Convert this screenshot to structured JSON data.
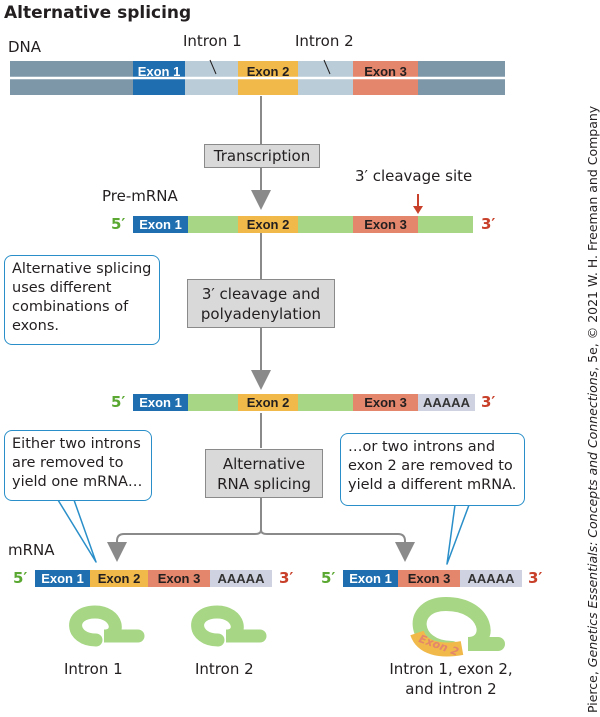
{
  "title": "Alternative splicing",
  "dna": {
    "label": "DNA",
    "intron1": "Intron 1",
    "intron2": "Intron 2"
  },
  "exons": {
    "e1": "Exon 1",
    "e2": "Exon 2",
    "e3": "Exon 3"
  },
  "ends": {
    "five": "5′",
    "three": "3′"
  },
  "polyA": "AAAAA",
  "steps": {
    "transcription": "Transcription",
    "cleavage_line1": "3′ cleavage and",
    "cleavage_line2": "polyadenylation",
    "splicing_line1": "Alternative",
    "splicing_line2": "RNA splicing"
  },
  "labels": {
    "pre_mrna": "Pre-mRNA",
    "cleavage_site": "3′ cleavage site",
    "mrna": "mRNA",
    "intron1_product": "Intron 1",
    "intron2_product": "Intron 2",
    "combined_product_line1": "Intron 1, exon 2,",
    "combined_product_line2": "and intron 2"
  },
  "callouts": {
    "intro": [
      "Alternative splicing",
      "uses different",
      "combinations of",
      "exons."
    ],
    "left": [
      "Either two introns",
      "are removed to",
      "yield one mRNA…"
    ],
    "right": [
      "…or two introns and",
      "exon 2 are removed to",
      "yield a different mRNA."
    ]
  },
  "credit": {
    "prefix": "Pierce, ",
    "book": "Genetics Essentials: Concepts and Connections",
    "suffix": ", 5e, © 2021 W. H. Freeman and Company"
  },
  "colors": {
    "exon1": "#1f6fb0",
    "exon2": "#f0b94a",
    "exon3": "#e3866b",
    "intron_dna": "#b9ccd7",
    "flank_dna": "#7d97a8",
    "rna_intron": "#a7d785",
    "polyA_bg": "#cfd2e0",
    "five_prime": "#5aa832",
    "three_prime": "#c8402a",
    "callout_border": "#2a8fc9",
    "arrow": "#8a8a8a"
  }
}
